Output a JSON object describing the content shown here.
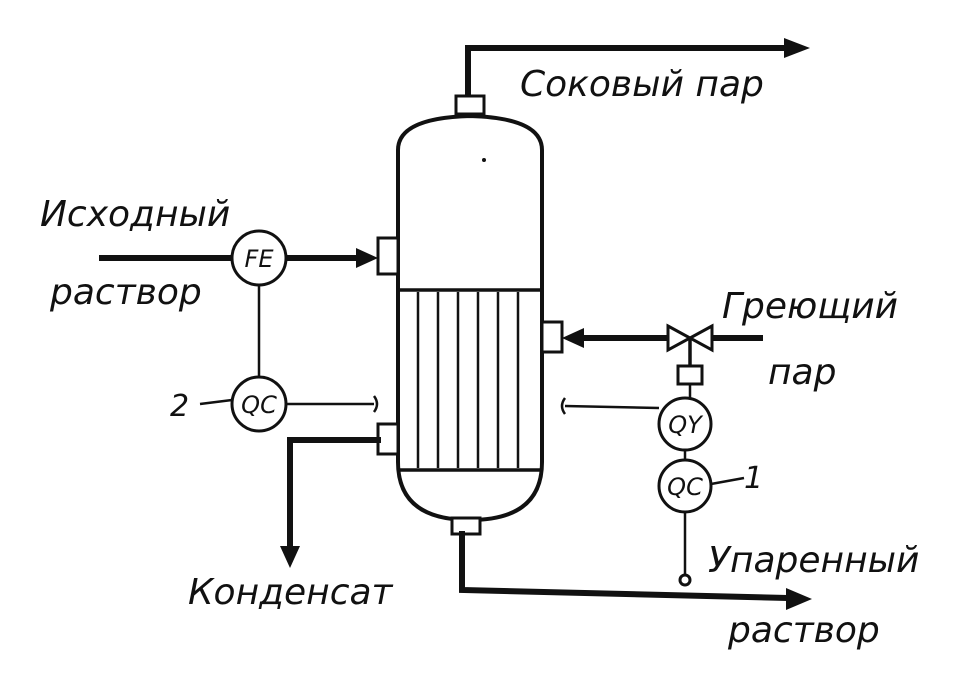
{
  "streams": {
    "vapor_out": "Соковый пар",
    "feed_line1": "Исходный",
    "feed_line2": "раствор",
    "steam_line1": "Греющий",
    "steam_line2": "пар",
    "condensate": "Конденсат",
    "product_line1": "Упаренный",
    "product_line2": "раствор"
  },
  "instruments": {
    "flow_element": "FE",
    "concentration_controller_2": "QC",
    "concentration_relay": "QY",
    "concentration_controller_1": "QC"
  },
  "callouts": {
    "loop_1": "1",
    "loop_2": "2"
  },
  "colors": {
    "ink": "#111111",
    "paper": "#ffffff"
  }
}
